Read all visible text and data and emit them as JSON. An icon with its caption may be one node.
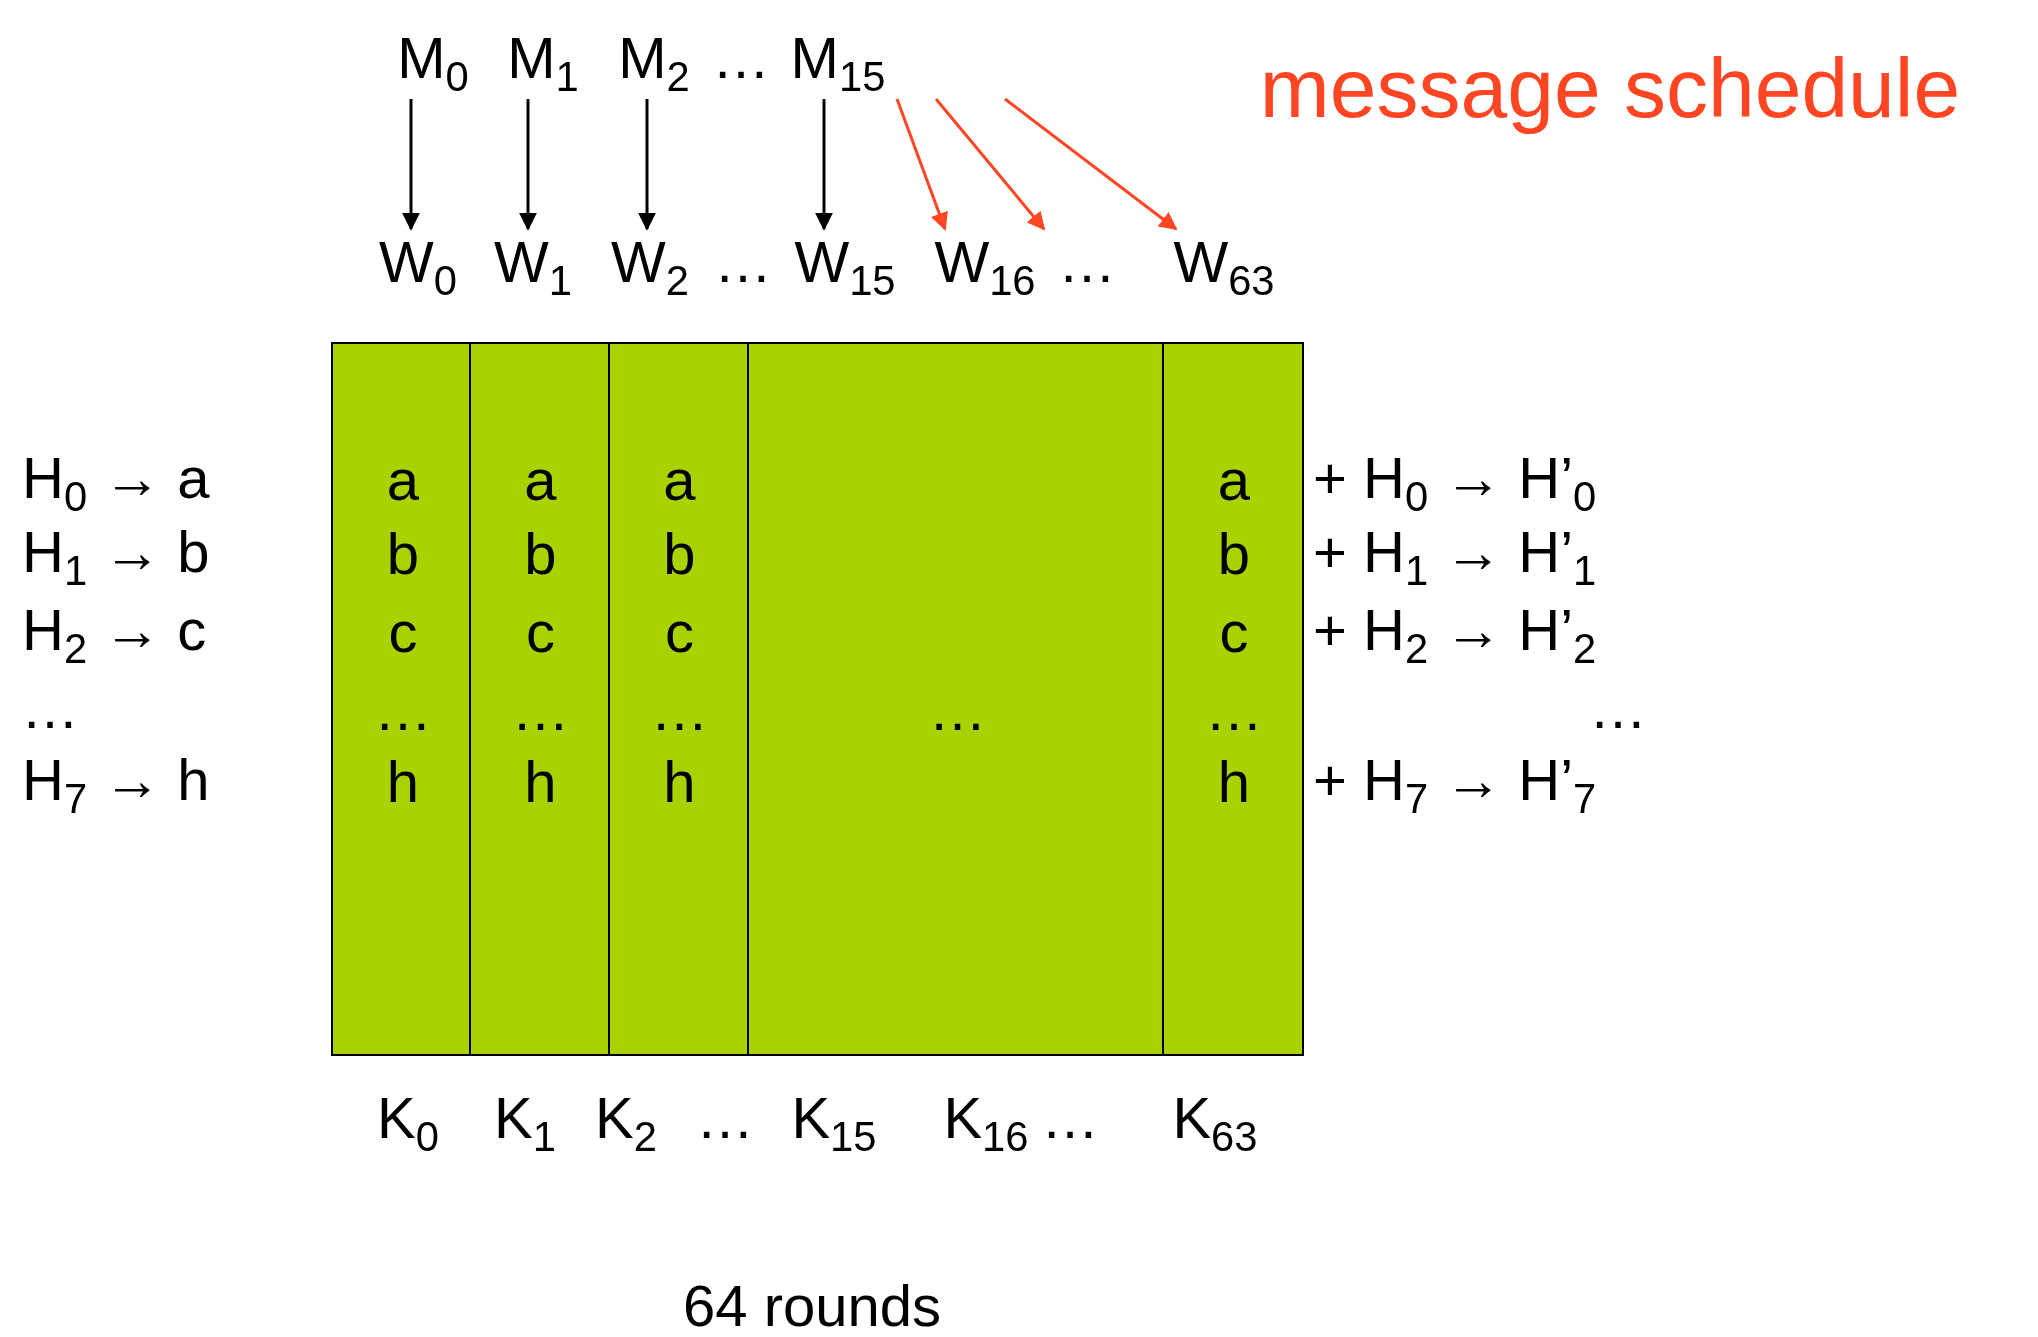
{
  "diagram": {
    "title": "message schedule",
    "nodes": [
      {
        "text": [
          "M$_{0}$"
        ]
      },
      {
        "text": [
          "M$_{1}$"
        ]
      },
      {
        "text": [
          "M$_{2}$"
        ]
      },
      {
        "text": [
          "M$_{15}$"
        ]
      },
      {
        "text": [
          "W$_{0}$"
        ]
      },
      {
        "text": [
          "W$_{1}$"
        ]
      },
      {
        "text": [
          "W$_{2}$"
        ]
      },
      {
        "text": [
          "W$_{15}$"
        ]
      },
      {
        "text": [
          "W$_{16}$"
        ]
      },
      {
        "text": [
          "…"
        ]
      },
      {
        "text": [
          "W$_{63}$"
        ]
      },
      {
        "text": [
          "a",
          "b",
          "c",
          "…",
          "h"
        ]
      },
      {
        "text": [
          "a",
          "b",
          "c",
          "…",
          "h"
        ]
      },
      {
        "text": [
          "a",
          "b",
          "c",
          "…",
          "h"
        ]
      },
      {
        "text": [
          "…"
        ]
      },
      {
        "text": [
          "a",
          "b",
          "c",
          "…",
          "h"
        ]
      }
    ],
    "edges": [
      {
        "from": 0,
        "to": 4,
        "arrow": "to"
      },
      {
        "from": 1,
        "to": 5,
        "arrow": "to"
      },
      {
        "from": 2,
        "to": 6,
        "arrow": "to"
      },
      {
        "from": 3,
        "to": 7,
        "arrow": "to"
      },
      {
        "from": 3,
        "to": 8,
        "arrow": "to",
        "color": "#ff4521"
      },
      {
        "from": 3,
        "to": 9,
        "arrow": "to",
        "color": "#ff4521"
      },
      {
        "from": 3,
        "to": 10,
        "arrow": "to",
        "color": "#ff4521"
      }
    ],
    "labels": [
      "…",
      "…",
      "H$_{0}$ → a",
      "+ H$_{0}$ → H’$_{0}$",
      "H$_{1}$ → b",
      "+ H$_{1}$ → H’$_{1}$",
      "H$_{2}$ → c",
      "+ H$_{2}$ → H’$_{2}$",
      "…",
      "…",
      "H$_{7}$ → h",
      "+ H$_{7}$ → H’$_{7}$",
      "K$_{0}$",
      "K$_{1}$",
      "K$_{2}$",
      "…",
      "K$_{15}$",
      "K$_{16}$",
      "…",
      "K$_{63}$",
      "64 rounds"
    ]
  }
}
